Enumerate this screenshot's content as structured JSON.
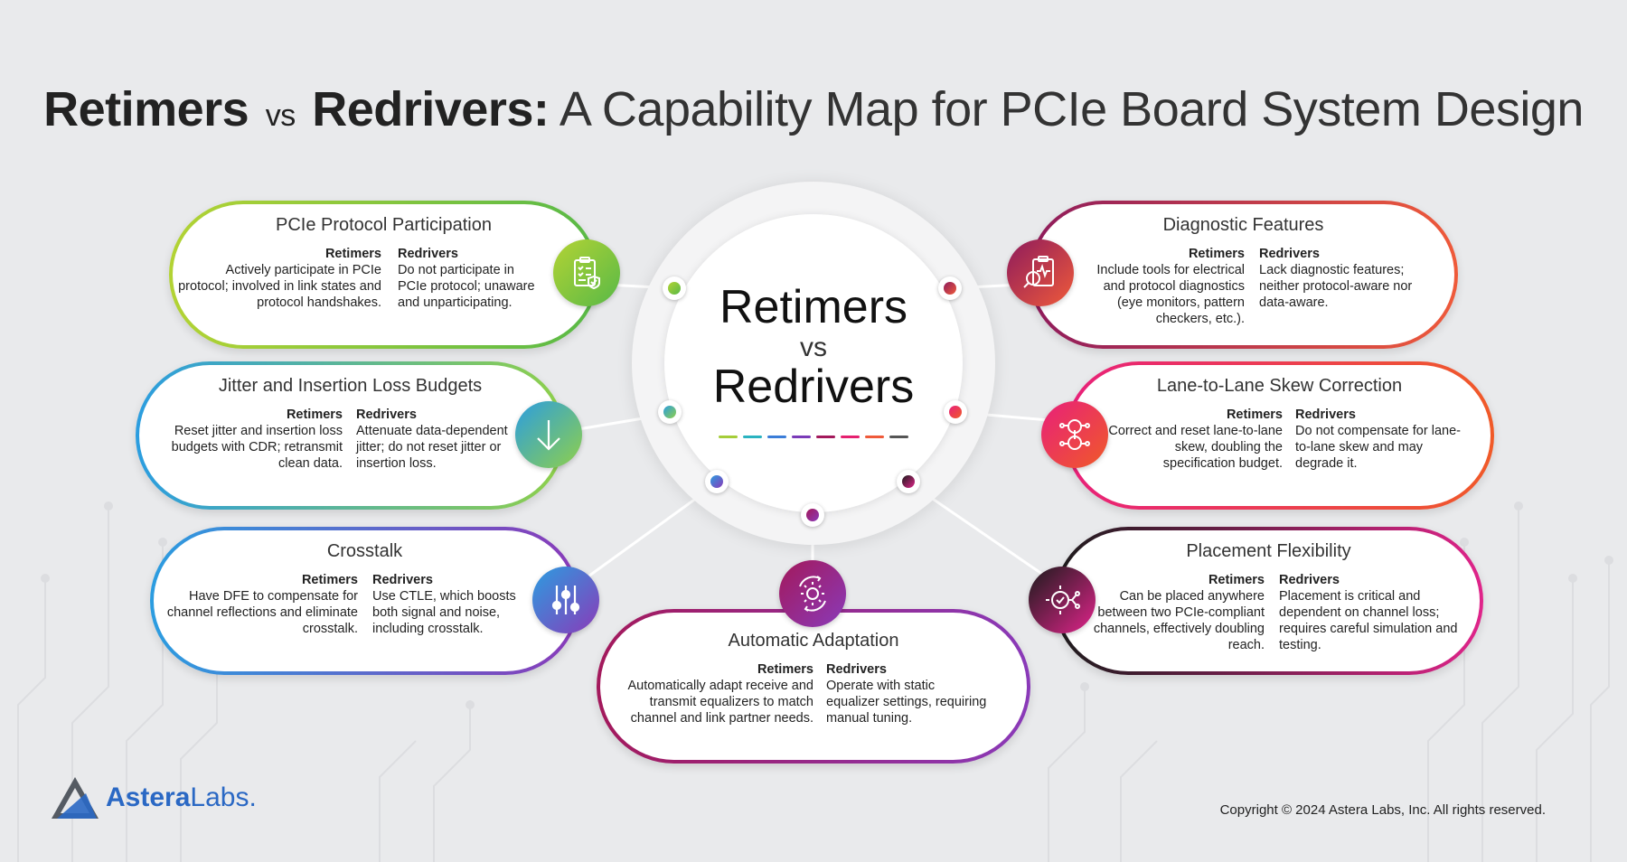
{
  "title": {
    "retimers": "Retimers",
    "vs": "vs",
    "redrivers": "Redrivers:",
    "rest": "A Capability Map for PCIe Board System Design"
  },
  "hub": {
    "line1": "Retimers",
    "line2": "vs",
    "line3": "Redrivers"
  },
  "cards": [
    {
      "title": "PCIe Protocol Participation",
      "left_head": "Retimers",
      "left_text": "Actively participate in PCIe protocol; involved in link states and protocol handshakes.",
      "right_head": "Redrivers",
      "right_text": "Do not participate in PCIe protocol; unaware and unparticipating.",
      "icon": "checklist-shield-icon",
      "colors": [
        "#b3d334",
        "#58b947"
      ]
    },
    {
      "title": "Jitter and Insertion Loss Budgets",
      "left_head": "Retimers",
      "left_text": "Reset jitter and insertion loss budgets with CDR; retransmit clean data.",
      "right_head": "Redrivers",
      "right_text": "Attenuate data-dependent jitter; do not reset jitter or insertion loss.",
      "icon": "arrow-down-icon",
      "colors": [
        "#2b9de0",
        "#8fd04a"
      ]
    },
    {
      "title": "Crosstalk",
      "left_head": "Retimers",
      "left_text": "Have DFE to compensate for channel reflections and eliminate crosstalk.",
      "right_head": "Redrivers",
      "right_text": "Use CTLE, which boosts both signal and noise, including crosstalk.",
      "icon": "sliders-icon",
      "colors": [
        "#2b9de0",
        "#8a3ab9"
      ]
    },
    {
      "title": "Automatic Adaptation",
      "left_head": "Retimers",
      "left_text": "Automatically adapt receive and transmit equalizers to match channel and link partner needs.",
      "right_head": "Redrivers",
      "right_text": "Operate with static equalizer settings, requiring manual tuning.",
      "icon": "gear-cycle-icon",
      "colors": [
        "#a3195b",
        "#8a3ab9"
      ]
    },
    {
      "title": "Diagnostic Features",
      "left_head": "Retimers",
      "left_text": "Include tools for electrical and protocol diagnostics (eye monitors, pattern checkers, etc.).",
      "right_head": "Redrivers",
      "right_text": "Lack diagnostic features; neither protocol-aware nor data-aware.",
      "icon": "diagnostic-clipboard-icon",
      "colors": [
        "#8e1b5c",
        "#ef5a3a"
      ]
    },
    {
      "title": "Lane-to-Lane Skew Correction",
      "left_head": "Retimers",
      "left_text": "Correct and reset lane-to-lane skew, doubling the specification budget.",
      "right_head": "Redrivers",
      "right_text": "Do not compensate for lane-to-lane skew and may degrade it.",
      "icon": "chain-link-icon",
      "colors": [
        "#e8207a",
        "#f05a28"
      ]
    },
    {
      "title": "Placement Flexibility",
      "left_head": "Retimers",
      "left_text": "Can be placed anywhere between two PCIe-compliant channels, effectively doubling reach.",
      "right_head": "Redrivers",
      "right_text": "Placement is critical and dependent on channel loss; requires careful simulation and testing.",
      "icon": "gear-network-icon",
      "colors": [
        "#1b1b1b",
        "#e0248a"
      ]
    }
  ],
  "hub_bar_colors": [
    "#a5cd39",
    "#2bb3c0",
    "#3b7dd8",
    "#7a3bb8",
    "#a3195b",
    "#e5206f",
    "#ef5a3a",
    "#555555"
  ],
  "logo": {
    "name_bold": "Astera",
    "name_light": "Labs",
    "reg": "."
  },
  "copyright": "Copyright © 2024 Astera Labs, Inc. All rights reserved."
}
